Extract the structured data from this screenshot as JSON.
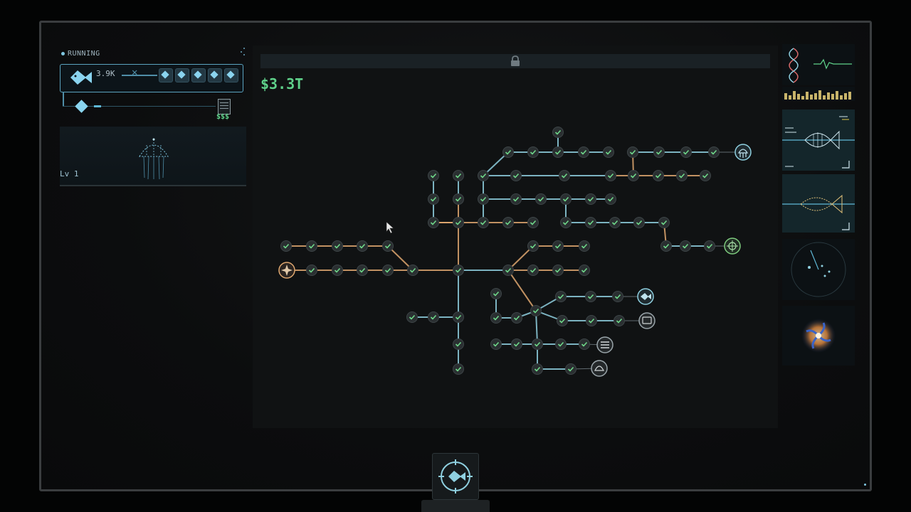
{
  "status": {
    "label": "RUNNING"
  },
  "upgrade": {
    "fish_count": "3.9K",
    "diamond_slots": 5
  },
  "progress": {
    "cash_label": "$$$",
    "fill_fraction": 0.05
  },
  "creature": {
    "level_label": "Lv 1"
  },
  "tree": {
    "money": "$3.3T"
  },
  "colors": {
    "accent": "#5fb8d6",
    "money": "#5fd18a",
    "path_orange": "#e0a870",
    "path_teal": "#8fd0e0",
    "node_check": "#6fd98a",
    "node_bg": "#2a2f31"
  },
  "icons": {
    "lock": "lock-icon",
    "main_button": "fish-target-icon",
    "start_node": "compass-icon",
    "end_nodes": [
      "jellyfish-icon",
      "target-icon",
      "fish-icon",
      "display-icon",
      "menu-icon",
      "shell-icon"
    ]
  }
}
